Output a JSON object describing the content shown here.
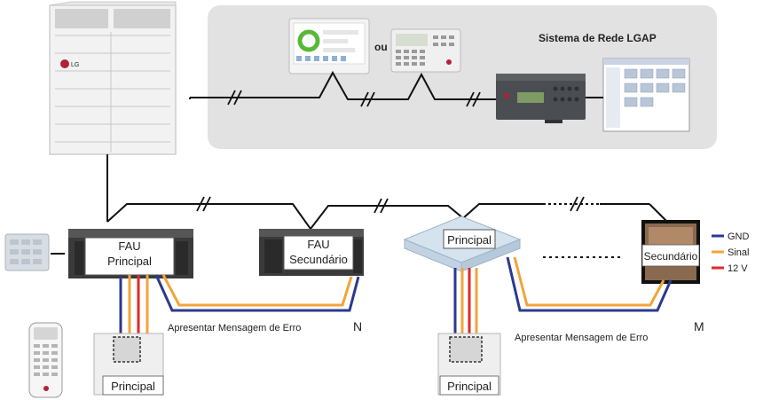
{
  "panel": {
    "title": "Sistema de Rede LGAP"
  },
  "controllers": {
    "or_text": "ou"
  },
  "outdoor_unit": {
    "brand_text": "LG"
  },
  "fau": {
    "main_label_line1": "FAU",
    "main_label_line2": "Principal",
    "sub_label_line1": "FAU",
    "sub_label_line2": "Secundário",
    "count_label": "N"
  },
  "cassette": {
    "main_label": "Principal",
    "sub_label": "Secundário",
    "count_label": "M"
  },
  "wired_remote": {
    "left_label": "Principal",
    "right_label": "Principal"
  },
  "error_message": {
    "left": "Apresentar Mensagem de Erro",
    "right": "Apresentar Mensagem de Erro"
  },
  "legend": {
    "items": [
      {
        "label": "GND",
        "color": "#2b3a8c"
      },
      {
        "label": "Sinal",
        "color": "#f2a43a"
      },
      {
        "label": "12 V",
        "color": "#e02a2a"
      }
    ]
  },
  "colors": {
    "gnd": "#2b3a8c",
    "signal": "#f2a43a",
    "v12": "#e02a2a",
    "panel_bg": "#e2e2e2",
    "bus_line": "#111111"
  }
}
